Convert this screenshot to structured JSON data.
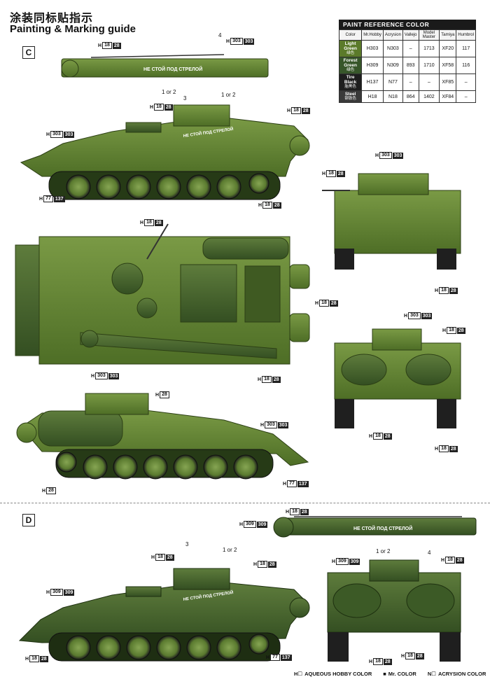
{
  "header": {
    "title_cn": "涂装同标贴指示",
    "title_en": "Painting & Marking guide"
  },
  "sections": {
    "c": "C",
    "d": "D"
  },
  "paint_table": {
    "title": "PAINT REFERENCE COLOR",
    "headers": [
      "Color",
      "Mr.Hobby",
      "Acrysion",
      "Vallejo",
      "Model Master",
      "Tamiya",
      "Humbrol"
    ],
    "rows": [
      {
        "name": "Light Green",
        "name_cn": "绿色",
        "mrhobby": "303",
        "acrysion": "303",
        "vallejo": "–",
        "modelmaster": "1713",
        "tamiya": "XF20",
        "humbrol": "117",
        "color": "#5b7a2a"
      },
      {
        "name": "Forest Green",
        "name_cn": "绿色",
        "mrhobby": "309",
        "acrysion": "309",
        "vallejo": "893",
        "modelmaster": "1710",
        "tamiya": "XF58",
        "humbrol": "116",
        "color": "#37562a"
      },
      {
        "name": "Tire Black",
        "name_cn": "胎黑色",
        "mrhobby": "137",
        "acrysion": "77",
        "vallejo": "–",
        "modelmaster": "–",
        "tamiya": "XF85",
        "humbrol": "–",
        "color": "#1e1e1e"
      },
      {
        "name": "Steel",
        "name_cn": "钢铁色",
        "mrhobby": "18",
        "acrysion": "18",
        "vallejo": "864",
        "modelmaster": "1402",
        "tamiya": "XF84",
        "humbrol": "–",
        "color": "#3a3a3a"
      }
    ]
  },
  "callouts": {
    "c1": "303",
    "c1b": "303",
    "c2": "28",
    "c3": "28",
    "c4": "18",
    "c4b": "28",
    "c5": "303",
    "c5b": "303",
    "c6": "77",
    "c6b": "137",
    "c7": "18",
    "c7b": "28",
    "c8": "303",
    "c8b": "303",
    "c9": "18",
    "c9b": "28",
    "c10": "18",
    "c10b": "28",
    "c11": "18",
    "c11b": "28",
    "c12": "18",
    "c12b": "28",
    "c13": "303",
    "c13b": "303",
    "c14": "303",
    "c14b": "303",
    "c15": "18",
    "c15b": "28",
    "c16": "18",
    "c16b": "28",
    "c17": "18",
    "c17b": "28",
    "c18": "18",
    "c18b": "28",
    "c19": "303",
    "c19b": "303",
    "c20": "77",
    "c20b": "137",
    "c21": "18",
    "c21b": "28",
    "c22": "18",
    "c22b": "28",
    "d1": "309",
    "d1b": "309",
    "d2": "18",
    "d2b": "28",
    "d3": "18",
    "d3b": "28",
    "d4": "18",
    "d4b": "28",
    "d5": "309",
    "d5b": "309",
    "d6": "18",
    "d6b": "28",
    "d7": "77",
    "d7b": "137",
    "d8": "309",
    "d8b": "309",
    "d9": "18",
    "d9b": "28",
    "d10": "18",
    "d10b": "28",
    "d11": "18",
    "d11b": "28"
  },
  "labels": {
    "n4": "4",
    "n3": "3",
    "n1or2": "1 or 2",
    "n1or2b": "1 or 2",
    "d3": "3",
    "d1or2": "1 or 2",
    "d4": "4",
    "d1or2b": "1 or 2"
  },
  "markings": {
    "text": "НЕ СТОЙ ПОД СТРЕЛОЙ"
  },
  "legend": {
    "aqueous": "AQUEOUS HOBBY COLOR",
    "mr": "Mr. COLOR",
    "acrysion": "ACRYSION COLOR"
  }
}
